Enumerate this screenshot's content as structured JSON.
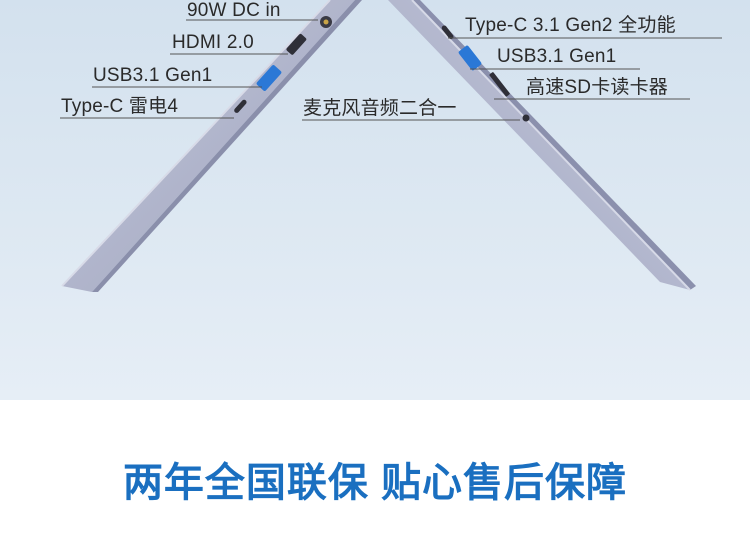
{
  "left_ports": [
    {
      "label": "90W DC in"
    },
    {
      "label": "HDMI 2.0"
    },
    {
      "label": "USB3.1 Gen1"
    },
    {
      "label": "Type-C 雷电4"
    }
  ],
  "right_ports": [
    {
      "label": "Type-C 3.1 Gen2 全功能"
    },
    {
      "label": "USB3.1 Gen1"
    },
    {
      "label": "高速SD卡读卡器"
    },
    {
      "label": "麦克风音频二合一"
    }
  ],
  "slogan": "两年全国联保 贴心售后保障",
  "colors": {
    "slogan": "#1a6fc0",
    "usb_port": "#2b78d6",
    "background_top": "#d3e1ee",
    "laptop_body": "#a9aec7"
  }
}
